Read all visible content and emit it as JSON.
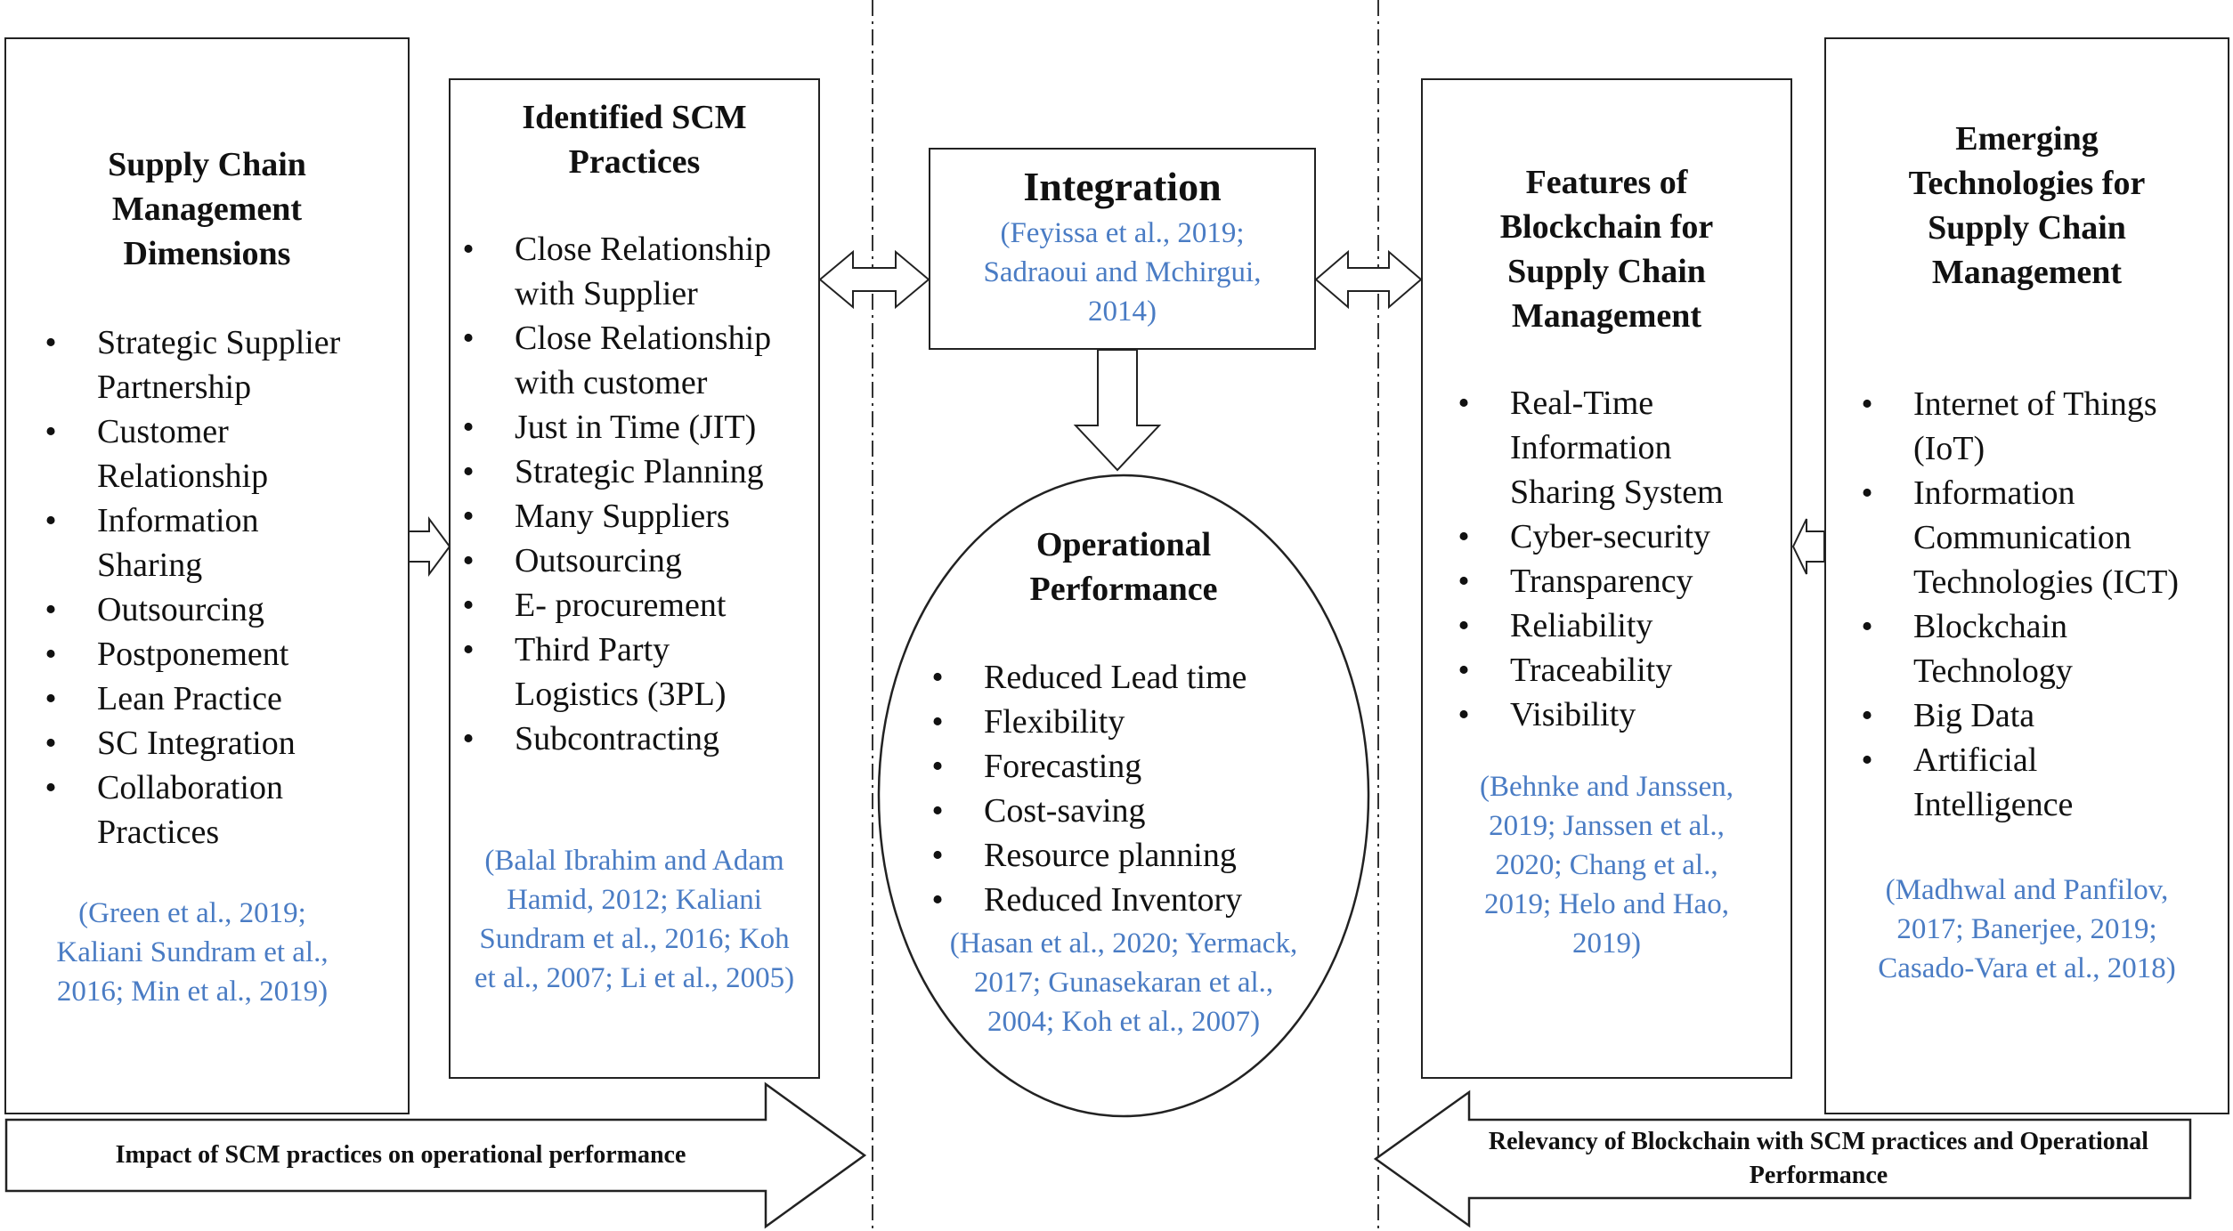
{
  "dimensions": {
    "title": "Supply Chain\nManagement\nDimensions",
    "items": [
      "Strategic Supplier\nPartnership",
      "Customer\nRelationship",
      "Information\nSharing",
      "Outsourcing",
      "Postponement",
      "Lean Practice",
      "SC Integration",
      "Collaboration\nPractices"
    ],
    "citation": "(Green et al., 2019;\nKaliani  Sundram et al.,\n2016; Min et al., 2019)"
  },
  "practices": {
    "title": "Identified  SCM\nPractices",
    "items": [
      "Close Relationship\nwith Supplier",
      "Close Relationship\nwith customer",
      "Just in Time (JIT)",
      "Strategic Planning",
      "Many Suppliers",
      "Outsourcing",
      "E- procurement",
      "Third Party\nLogistics (3PL)",
      "Subcontracting"
    ],
    "citation": "(Balal Ibrahim and Adam\nHamid, 2012; Kaliani\nSundram et al., 2016; Koh\net al., 2007; Li et al., 2005)"
  },
  "integration": {
    "title": "Integration",
    "citation": "(Feyissa et al., 2019;\nSadraoui and Mchirgui,\n2014)"
  },
  "operational": {
    "title": "Operational\nPerformance",
    "items": [
      "Reduced Lead time",
      "Flexibility",
      "Forecasting",
      "Cost-saving",
      "Resource planning",
      "Reduced Inventory"
    ],
    "citation": "(Hasan et al., 2020; Yermack,\n2017; Gunasekaran et al.,\n2004; Koh et al., 2007)"
  },
  "blockchain": {
    "title": "Features of\nBlockchain for\nSupply Chain\nManagement",
    "items": [
      "Real-Time\nInformation\nSharing System",
      "Cyber-security",
      "Transparency",
      "Reliability",
      "Traceability",
      "Visibility"
    ],
    "citation": "(Behnke and Janssen,\n2019; Janssen et al.,\n2020; Chang et al.,\n2019; Helo and Hao,\n2019)"
  },
  "technologies": {
    "title": "Emerging\nTechnologies for\nSupply Chain\nManagement",
    "items": [
      "Internet of Things\n(IoT)",
      "Information\nCommunication\nTechnologies (ICT)",
      "Blockchain\nTechnology",
      "Big Data",
      "Artificial\nIntelligence"
    ],
    "citation": "(Madhwal and Panfilov,\n2017; Banerjee,  2019;\nCasado-Vara et al., 2018)"
  },
  "bands": {
    "left": "Impact of SCM practices on operational performance",
    "right": "Relevancy of Blockchain with SCM practices and Operational\nPerformance"
  },
  "colors": {
    "citation": "#4a7cc4",
    "stroke": "#222222"
  }
}
